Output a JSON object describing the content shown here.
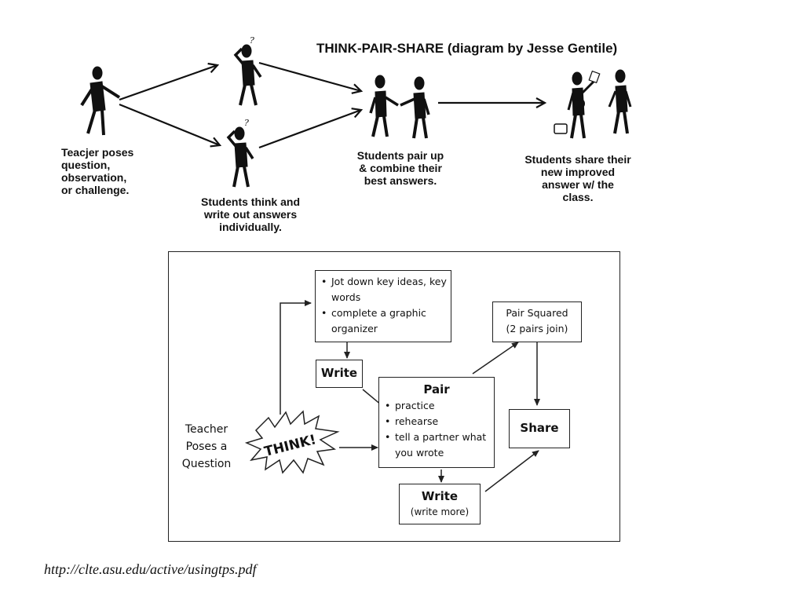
{
  "top": {
    "title": "THINK-PAIR-SHARE (diagram by Jesse Gentile)",
    "captions": {
      "teacher": [
        "Teacjer poses",
        "question,",
        "observation,",
        "or challenge."
      ],
      "think": [
        "Students think and",
        "write out answers",
        "individually."
      ],
      "pair": [
        "Students pair up",
        "& combine their",
        "best answers."
      ],
      "share": [
        "Students share their",
        "new improved",
        "answer w/ the",
        "class."
      ]
    }
  },
  "flow": {
    "teacher_label": [
      "Teacher",
      "Poses a",
      "Question"
    ],
    "think_label": "THINK!",
    "jot_items": [
      "Jot down key ideas, key words",
      "complete a graphic organizer"
    ],
    "write_label": "Write",
    "pair_title": "Pair",
    "pair_items": [
      "practice",
      "rehearse",
      "tell a partner what you wrote"
    ],
    "pair_squared": [
      "Pair Squared",
      "(2 pairs join)"
    ],
    "share_label": "Share",
    "write2_title": "Write",
    "write2_sub": "(write more)"
  },
  "source_url": "http://clte.asu.edu/active/usingtps.pdf"
}
